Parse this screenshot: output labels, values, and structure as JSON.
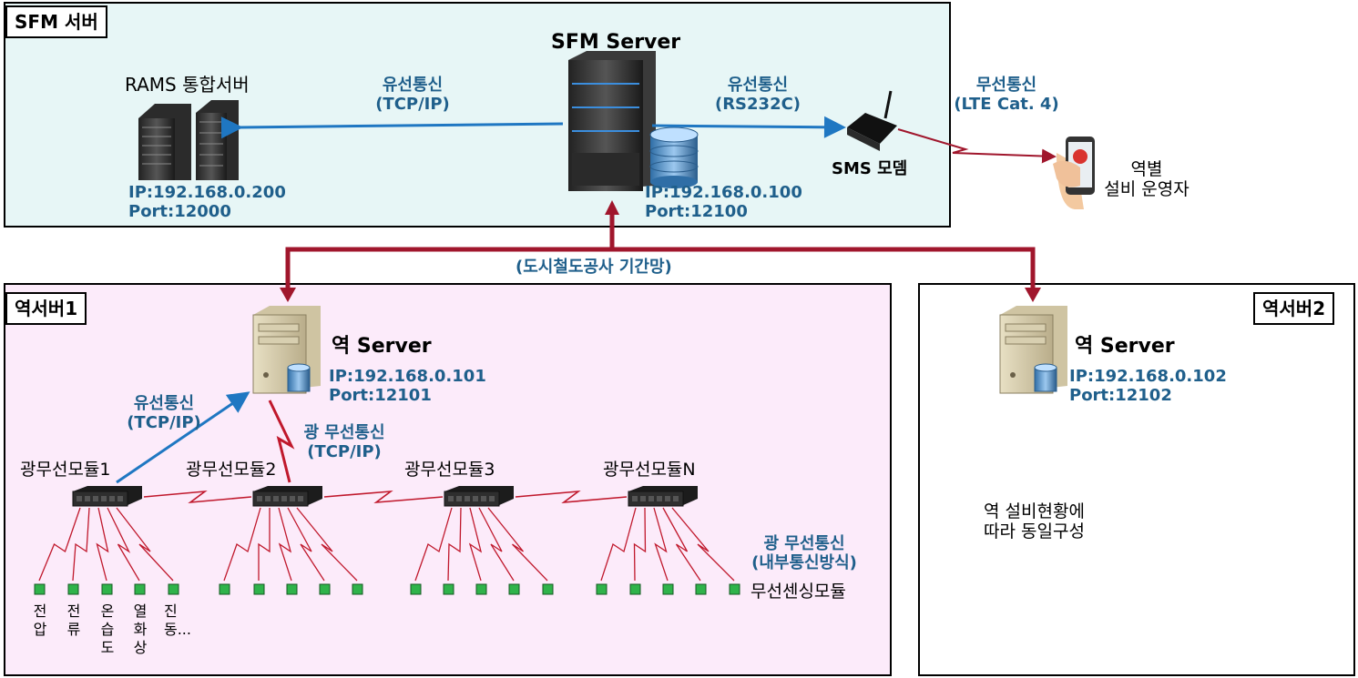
{
  "panels": {
    "sfm": "SFM 서버",
    "station1": "역서버1",
    "station2": "역서버2"
  },
  "sfm": {
    "server_title": "SFM Server",
    "rams_label": "RAMS 통합서버",
    "link_left": {
      "line1": "유선통신",
      "line2": "(TCP/IP)"
    },
    "link_right": {
      "line1": "유선통신",
      "line2": "(RS232C)"
    },
    "wireless": {
      "line1": "무선통신",
      "line2": "(LTE Cat. 4)"
    },
    "rams_ip": "IP:192.168.0.200",
    "rams_port": "Port:12000",
    "server_ip": "IP:192.168.0.100",
    "server_port": "Port:12100",
    "modem_label": "SMS 모뎀",
    "operator_line1": "역별",
    "operator_line2": "설비 운영자"
  },
  "backbone": "(도시철도공사 기간망)",
  "station1": {
    "server_title": "역 Server",
    "ip": "IP:192.168.0.101",
    "port": "Port:12101",
    "wired": {
      "line1": "유선통신",
      "line2": "(TCP/IP)"
    },
    "optical": {
      "line1": "광 무선통신",
      "line2": "(TCP/IP)"
    },
    "modules": [
      "광무선모듈1",
      "광무선모듈2",
      "광무선모듈3",
      "광무선모듈N"
    ],
    "internal": {
      "line1": "광 무선통신",
      "line2": "(내부통신방식)"
    },
    "sensor_module": "무선센싱모듈",
    "sensor_types": [
      [
        "전",
        "압"
      ],
      [
        "전",
        "류"
      ],
      [
        "온",
        "습",
        "도"
      ],
      [
        "열",
        "화",
        "상"
      ],
      [
        "진",
        "동..."
      ]
    ]
  },
  "station2": {
    "server_title": "역 Server",
    "ip": "IP:192.168.0.102",
    "port": "Port:12102",
    "note_line1": "역 설비현황에",
    "note_line2": "따라 동일구성"
  },
  "colors": {
    "wired_link": "#1f77c2",
    "backbone": "#a0162c",
    "wireless_link": "#c0182c",
    "sensor": "#2fb34a",
    "label_blue": "#1f5f8b"
  }
}
